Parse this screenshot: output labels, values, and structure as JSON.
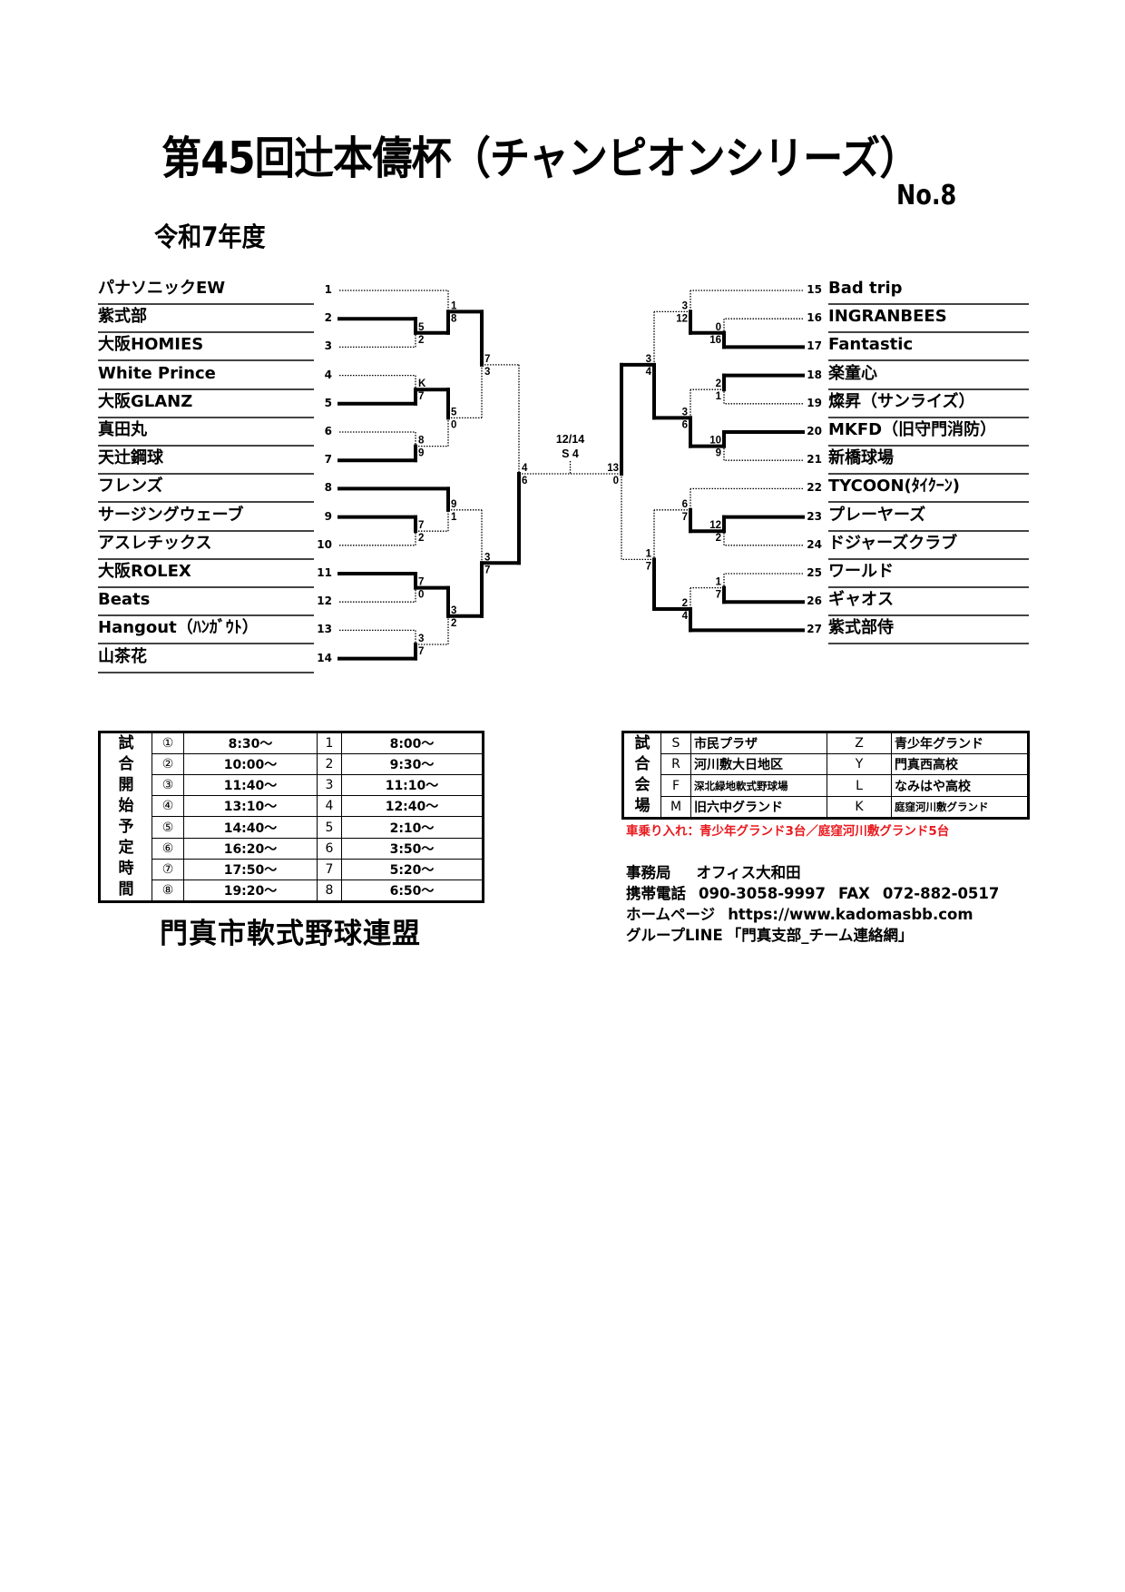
{
  "header": {
    "title": "第45回辻本儔杯（チャンピオンシリーズ）",
    "number": "No.8",
    "year": "令和7年度"
  },
  "teams": {
    "left": [
      {
        "no": "1",
        "name": "パナソニックEW"
      },
      {
        "no": "2",
        "name": "紫式部"
      },
      {
        "no": "3",
        "name": "大阪HOMIES"
      },
      {
        "no": "4",
        "name": "White Prince"
      },
      {
        "no": "5",
        "name": "大阪GLANZ"
      },
      {
        "no": "6",
        "name": "真田丸"
      },
      {
        "no": "7",
        "name": "天辻鋼球"
      },
      {
        "no": "8",
        "name": "フレンズ"
      },
      {
        "no": "9",
        "name": "サージングウェーブ"
      },
      {
        "no": "10",
        "name": "アスレチックス"
      },
      {
        "no": "11",
        "name": "大阪ROLEX"
      },
      {
        "no": "12",
        "name": "Beats"
      },
      {
        "no": "13",
        "name": "Hangout（ﾊﾝｶﾞｳﾄ）"
      },
      {
        "no": "14",
        "name": "山茶花"
      }
    ],
    "right": [
      {
        "no": "15",
        "name": "Bad trip"
      },
      {
        "no": "16",
        "name": "INGRANBEES"
      },
      {
        "no": "17",
        "name": "Fantastic"
      },
      {
        "no": "18",
        "name": "楽童心"
      },
      {
        "no": "19",
        "name": "燦昇（サンライズ）"
      },
      {
        "no": "20",
        "name": "MKFD（旧守門消防）"
      },
      {
        "no": "21",
        "name": "新橋球場"
      },
      {
        "no": "22",
        "name": "TYCOON(ﾀｲｸｰﾝ)"
      },
      {
        "no": "23",
        "name": "プレーヤーズ"
      },
      {
        "no": "24",
        "name": "ドジャーズクラブ"
      },
      {
        "no": "25",
        "name": "ワールド"
      },
      {
        "no": "26",
        "name": "ギャオス"
      },
      {
        "no": "27",
        "name": "紫式部侍"
      }
    ]
  },
  "bracket": {
    "final": {
      "date": "12/14",
      "venue": "S 4"
    },
    "left": {
      "s": [
        "4",
        "6"
      ],
      "w": 1,
      "t": {
        "s": [
          "7",
          "3"
        ],
        "w": 0,
        "t": {
          "s": [
            "1",
            "8"
          ],
          "w": 1,
          "t": 1,
          "b": {
            "s": [
              "5",
              "2"
            ],
            "w": 0,
            "t": 2,
            "b": 3
          }
        },
        "b": {
          "s": [
            "5",
            "0"
          ],
          "w": 0,
          "t": {
            "s": [
              "K",
              "7"
            ],
            "w": 1,
            "t": 4,
            "b": 5
          },
          "b": {
            "s": [
              "8",
              "9"
            ],
            "w": 1,
            "t": 6,
            "b": 7
          }
        }
      },
      "b": {
        "s": [
          "3",
          "7"
        ],
        "w": 1,
        "t": {
          "s": [
            "9",
            "1"
          ],
          "w": 0,
          "t": 8,
          "b": {
            "s": [
              "7",
              "2"
            ],
            "w": 0,
            "t": 9,
            "b": 10
          }
        },
        "b": {
          "s": [
            "3",
            "2"
          ],
          "w": 0,
          "t": {
            "s": [
              "7",
              "0"
            ],
            "w": 0,
            "t": 11,
            "b": 12
          },
          "b": {
            "s": [
              "3",
              "7"
            ],
            "w": 1,
            "t": 13,
            "b": 14
          }
        }
      }
    },
    "right": {
      "s": [
        "13",
        "0"
      ],
      "w": 0,
      "t": {
        "s": [
          "3",
          "4"
        ],
        "w": 1,
        "t": {
          "s": [
            "3",
            "12"
          ],
          "w": 1,
          "t": 15,
          "b": {
            "s": [
              "0",
              "16"
            ],
            "w": 1,
            "t": 16,
            "b": 17
          }
        },
        "b": {
          "s": [
            "3",
            "6"
          ],
          "w": 1,
          "t": {
            "s": [
              "2",
              "1"
            ],
            "w": 0,
            "t": 18,
            "b": 19
          },
          "b": {
            "s": [
              "10",
              "9"
            ],
            "w": 0,
            "t": 20,
            "b": 21
          }
        }
      },
      "b": {
        "s": [
          "1",
          "7"
        ],
        "w": 1,
        "t": {
          "s": [
            "6",
            "7"
          ],
          "w": 1,
          "t": 22,
          "b": {
            "s": [
              "12",
              "2"
            ],
            "w": 0,
            "t": 23,
            "b": 24
          }
        },
        "b": {
          "s": [
            "2",
            "4"
          ],
          "w": 1,
          "t": {
            "s": [
              "1",
              "7"
            ],
            "w": 1,
            "t": 25,
            "b": 26
          },
          "b": 27
        }
      }
    }
  },
  "schedule": {
    "label": [
      "試",
      "合",
      "開",
      "始",
      "予",
      "定",
      "時",
      "間"
    ],
    "rows": [
      {
        "mark": "①",
        "time": "8:30～",
        "no": "1",
        "time2": "8:00～"
      },
      {
        "mark": "②",
        "time": "10:00～",
        "no": "2",
        "time2": "9:30～"
      },
      {
        "mark": "③",
        "time": "11:40～",
        "no": "3",
        "time2": "11:10～"
      },
      {
        "mark": "④",
        "time": "13:10～",
        "no": "4",
        "time2": "12:40～"
      },
      {
        "mark": "⑤",
        "time": "14:40～",
        "no": "5",
        "time2": "2:10～"
      },
      {
        "mark": "⑥",
        "time": "16:20～",
        "no": "6",
        "time2": "3:50～"
      },
      {
        "mark": "⑦",
        "time": "17:50～",
        "no": "7",
        "time2": "5:20～"
      },
      {
        "mark": "⑧",
        "time": "19:20～",
        "no": "8",
        "time2": "6:50～"
      }
    ]
  },
  "venues": {
    "label": [
      "試",
      "合",
      "会",
      "場"
    ],
    "rows": [
      {
        "code": "S",
        "name": "市民プラザ",
        "code2": "Z",
        "name2": "青少年グランド"
      },
      {
        "code": "R",
        "name": "河川敷大日地区",
        "code2": "Y",
        "name2": "門真西高校"
      },
      {
        "code": "F",
        "name": "深北緑地軟式野球場",
        "code2": "L",
        "name2": "なみはや高校"
      },
      {
        "code": "M",
        "name": "旧六中グランド",
        "code2": "K",
        "name2": "庭窪河川敷グランド"
      }
    ],
    "note": "車乗り入れ：青少年グランド3台／庭窪河川敷グランド5台",
    "note_color": "#e8191e"
  },
  "organization": "門真市軟式野球連盟",
  "contact": {
    "office_label": "事務局",
    "office": "オフィス大和田",
    "phone_label": "携帯電話",
    "phone": "090-3058-9997",
    "fax_label": "FAX",
    "fax": "072-882-0517",
    "web_label": "ホームページ",
    "web": "https://www.kadomasbb.com",
    "line_label": "グループLINE",
    "line": "「門真支部_チーム連絡網」"
  }
}
